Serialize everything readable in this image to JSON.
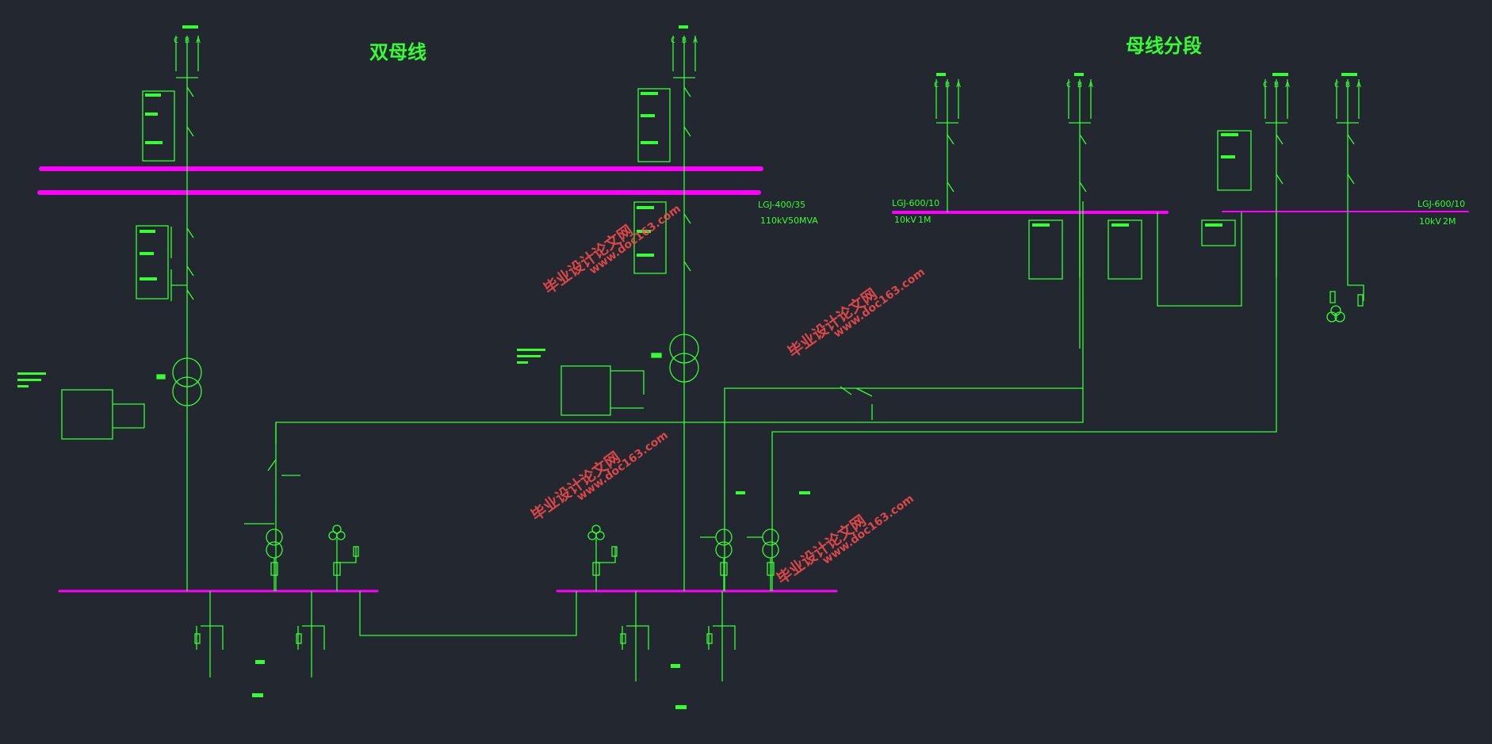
{
  "titles": {
    "double_busbar": "双母线",
    "sectioned_busbar": "母线分段"
  },
  "phases": [
    "C",
    "B",
    "A"
  ],
  "bus_labels": {
    "main_conductor": "LGJ-400/35",
    "main_voltage": "110kV",
    "main_capacity": "50MVA",
    "lv_conductor": "LGJ-600/10",
    "lv_voltage": "10kV",
    "section_1": "1M",
    "section_2": "2M"
  },
  "watermarks": [
    {
      "cn": "毕业设计论文网",
      "url": "www.doc163.com"
    },
    {
      "cn": "毕业设计论文网",
      "url": "www.doc163.com"
    },
    {
      "cn": "毕业设计论文网",
      "url": "www.doc163.com"
    },
    {
      "cn": "毕业设计论文网",
      "url": "www.doc163.com"
    }
  ],
  "colors": {
    "background": "#232730",
    "line": "#33ff33",
    "busbar": "#ff00ff",
    "watermark": "#ff4d4d"
  }
}
